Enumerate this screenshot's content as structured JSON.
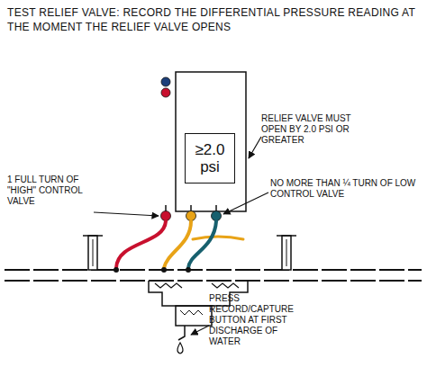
{
  "diagram": {
    "title": "TEST RELIEF VALVE: RECORD THE DIFFERENTIAL PRESSURE READING AT THE MOMENT THE RELIEF VALVE OPENS",
    "nodes": [
      {
        "text": [
          "≥2.0 psi"
        ]
      }
    ],
    "labels": [
      "RELIEF VALVE MUST OPEN BY 2.0 PSI OR GREATER",
      "1 FULL TURN OF \"HIGH\" CONTROL VALVE",
      "NO MORE THAN ¼ TURN OF LOW CONTROL VALVE",
      "PRESS RECORD/CAPTURE BUTTON AT FIRST DISCHARGE OF WATER"
    ]
  }
}
